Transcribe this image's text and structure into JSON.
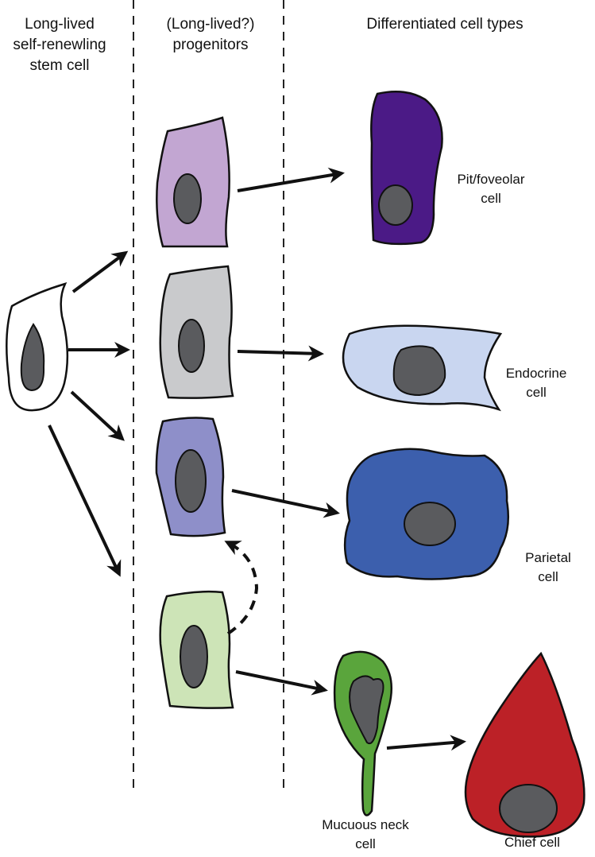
{
  "headers": {
    "stem": [
      "Long-lived",
      "self-renewling",
      "stem cell"
    ],
    "progenitors": [
      "(Long-lived?)",
      "progenitors"
    ],
    "differentiated": "Differentiated cell types"
  },
  "labels": {
    "pit": [
      "Pit/foveolar",
      "cell"
    ],
    "endocrine": [
      "Endocrine",
      "cell"
    ],
    "parietal": [
      "Parietal",
      "cell"
    ],
    "mucous_neck": [
      "Mucuous neck",
      "cell"
    ],
    "chief": "Chief cell"
  },
  "colors": {
    "stem": "#ffffff",
    "progenitor_pit": "#c2a6d2",
    "progenitor_endocrine": "#c9cacc",
    "progenitor_parietal": "#8e8fc9",
    "progenitor_neck": "#cde4b7",
    "pit_cell": "#4b1a86",
    "endocrine_cell": "#c9d6f0",
    "parietal_cell": "#3c5fad",
    "mucous_neck_cell": "#5aa53c",
    "chief_cell": "#bc2127",
    "nucleus": "#5a5b5e"
  }
}
